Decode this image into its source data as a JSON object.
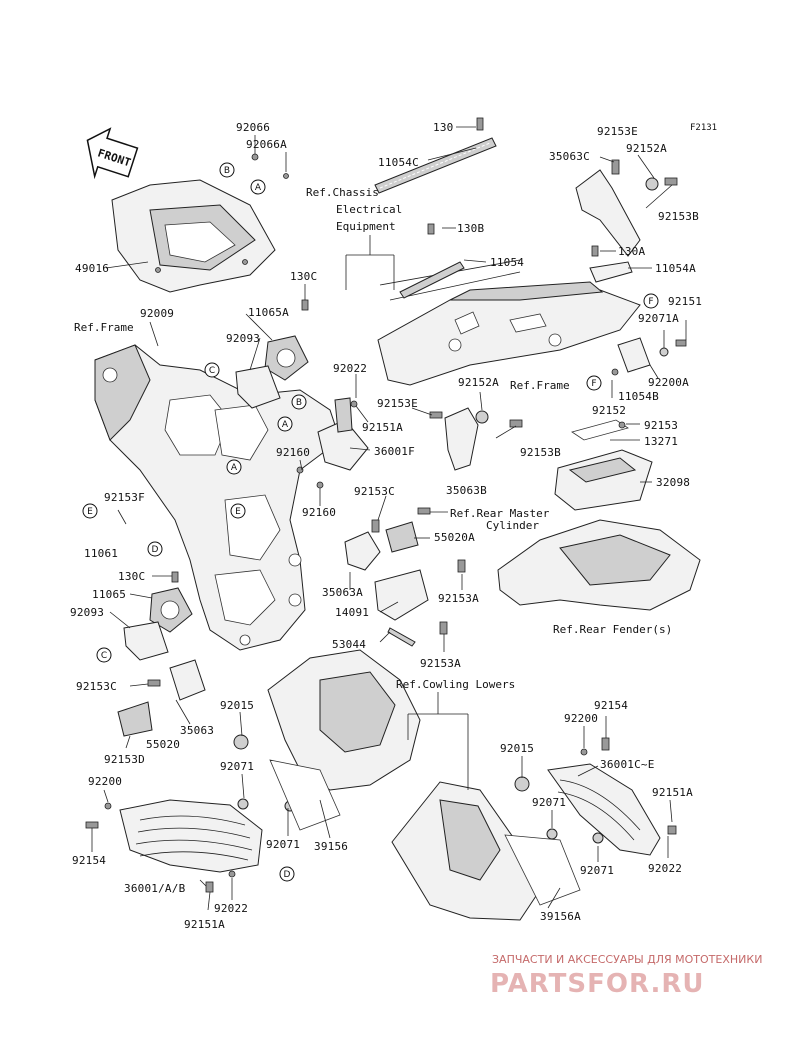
{
  "figure_code": "F2131",
  "front_label": "FRONT",
  "part_labels": {
    "p130": "130",
    "p92066": "92066",
    "p92066A": "92066A",
    "p11054C": "11054C",
    "p92153E_top": "92153E",
    "p92152A_top": "92152A",
    "p35063C": "35063C",
    "p92153B_top": "92153B",
    "p130B": "130B",
    "p11054": "11054",
    "p130A": "130A",
    "p11054A": "11054A",
    "p92151_r": "92151",
    "p92071A": "92071A",
    "p92200A": "92200A",
    "p11054B": "11054B",
    "p92152": "92152",
    "p49016": "49016",
    "p130C_top": "130C",
    "p11065A": "11065A",
    "p92009": "92009",
    "p92093_top": "92093",
    "p92022_mid": "92022",
    "p92151A_mid": "92151A",
    "p92153E_mid": "92153E",
    "p92152A_mid": "92152A",
    "p92153B_mid": "92153B",
    "p35063B": "35063B",
    "p92160_a": "92160",
    "p36001F": "36001F",
    "p92160_b": "92160",
    "p92153": "92153",
    "p13271": "13271",
    "p32098": "32098",
    "p92153F": "92153F",
    "p11061": "11061",
    "p92153C_mid": "92153C",
    "p55020A": "55020A",
    "p130C_low": "130C",
    "p11065": "11065",
    "p92093_low": "92093",
    "p35063A": "35063A",
    "p92153A_a": "92153A",
    "p14091": "14091",
    "p53044": "53044",
    "p92153A_b": "92153A",
    "p92153C_low": "92153C",
    "p35063": "35063",
    "p55020": "55020",
    "p92153D": "92153D",
    "p92015_l": "92015",
    "p92071_l1": "92071",
    "p92200_l": "92200",
    "p92071_l2": "92071",
    "p39156": "39156",
    "p92154_l": "92154",
    "p36001AB": "36001/A/B",
    "p92022_l": "92022",
    "p92151A_l": "92151A",
    "p92154_r": "92154",
    "p92200_r": "92200",
    "p92015_r": "92015",
    "p36001CE": "36001C~E",
    "p92071_r1": "92071",
    "p92151A_r": "92151A",
    "p92071_r2": "92071",
    "p92022_r": "92022",
    "p39156A": "39156A"
  },
  "references": {
    "chassis_line1": "Ref.Chassis",
    "chassis_line2": "Electrical",
    "chassis_line3": "Equipment",
    "frame_left": "Ref.Frame",
    "frame_right": "Ref.Frame",
    "rear_master_line1": "Ref.Rear Master",
    "rear_master_line2": "Cylinder",
    "rear_fender": "Ref.Rear Fender(s)",
    "cowling_lowers": "Ref.Cowling Lowers"
  },
  "callout_letters": [
    "A",
    "B",
    "C",
    "D",
    "E",
    "F"
  ],
  "watermark": {
    "caption": "ЗАПЧАСТИ И АКСЕССУАРЫ ДЛЯ МОТОТЕХНИКИ",
    "brand": "PARTSFOR.RU"
  }
}
